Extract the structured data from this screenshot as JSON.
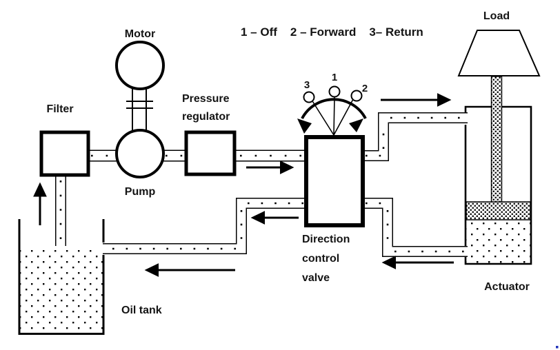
{
  "legend": {
    "off": "1 – Off",
    "forward": "2 – Forward",
    "return": "3– Return"
  },
  "selector": {
    "pos_off": "1",
    "pos_forward": "2",
    "pos_return": "3"
  },
  "labels": {
    "motor": "Motor",
    "filter": "Filter",
    "pressure_regulator": [
      "Pressure",
      "regulator"
    ],
    "pump": "Pump",
    "direction_control_valve": [
      "Direction",
      "control",
      "valve"
    ],
    "oil_tank": "Oil tank",
    "load": "Load",
    "actuator": "Actuator"
  },
  "colors": {
    "line": "#000000",
    "text": "#141414",
    "corner_dot": "#2233bb"
  }
}
